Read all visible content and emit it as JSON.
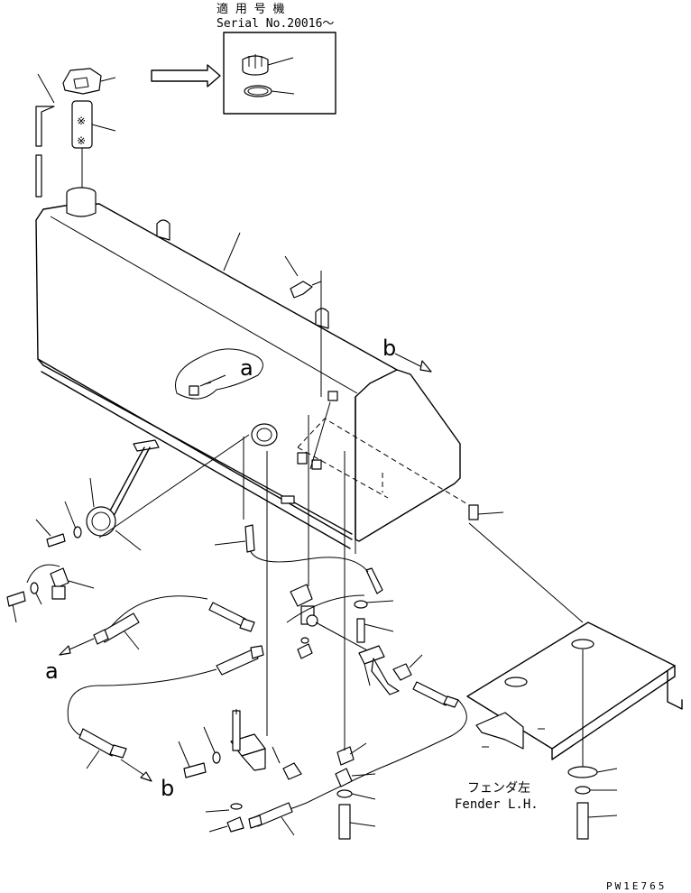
{
  "serial_note": {
    "label_jp": "適 用 号 機",
    "label_en": "Serial No.20016～"
  },
  "view_labels": {
    "a_top": "a",
    "a_left": "a",
    "b_top": "b",
    "b_bottom": "b"
  },
  "fender": {
    "label_jp": "フェンダ左",
    "label_en": "Fender L.H."
  },
  "drawing_code": "PW1E765"
}
